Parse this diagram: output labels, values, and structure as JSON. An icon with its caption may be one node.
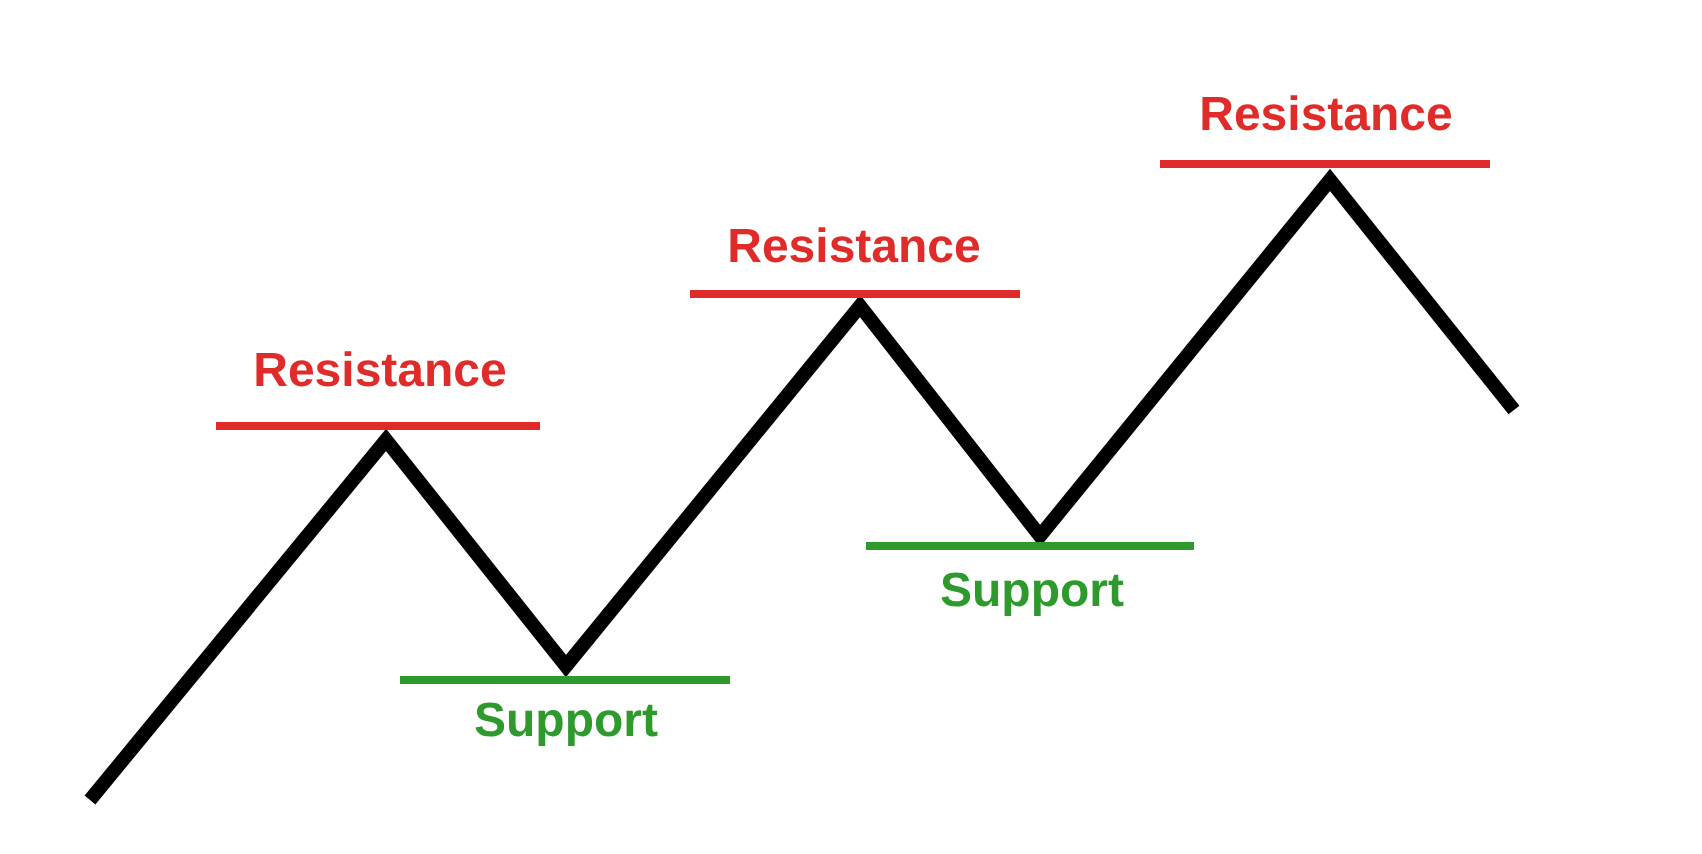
{
  "diagram": {
    "labels": [
      "Resistance",
      "Resistance",
      "Support",
      "Resistance",
      "Support"
    ]
  }
}
